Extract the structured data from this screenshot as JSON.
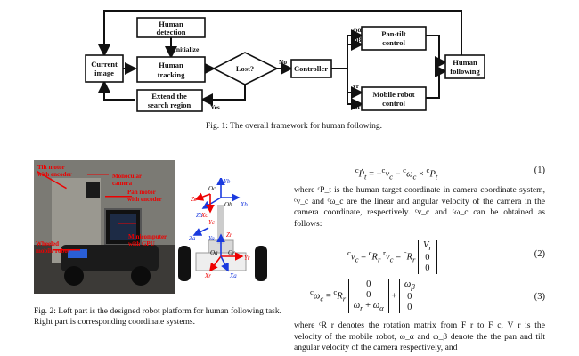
{
  "figure1": {
    "boxes": {
      "current_image": [
        "Current",
        "image"
      ],
      "human_detection": [
        "Human",
        "detection"
      ],
      "human_tracking": [
        "Human",
        "tracking"
      ],
      "lost_decision": "Lost?",
      "extend_search": [
        "Extend the",
        "search region"
      ],
      "controller": "Controller",
      "pan_tilt_control": [
        "Pan-tilt",
        "control"
      ],
      "mobile_robot_control": [
        "Mobile robot",
        "control"
      ],
      "human_following": [
        "Human",
        "following"
      ]
    },
    "edge_labels": {
      "initialize": "Initialize",
      "no": "No",
      "yes": "Yes",
      "omega_a": "ωα",
      "omega_b": "ωβ",
      "v_r": "vr",
      "omega_r": "ωr"
    },
    "caption": "Fig. 1: The overall framework for human following."
  },
  "figure2": {
    "photo_labels": {
      "tilt_motor": [
        "Tilt motor",
        "with encoder"
      ],
      "monocular_camera": [
        "Monocular",
        "camera"
      ],
      "pan_motor": [
        "Pan motor",
        "with encoder"
      ],
      "minicomputer": [
        "Minicomputer",
        "with GPU"
      ],
      "wheeled_robot": [
        "Wheeled",
        "mobile robot"
      ]
    },
    "frame_labels": [
      "Yb",
      "Oc",
      "Zc",
      "Xc",
      "Ob",
      "Xb",
      "Zb",
      "Ya",
      "Za",
      "Yc",
      "Zr",
      "Oa",
      "Or",
      "Yr",
      "Xa",
      "Xr"
    ],
    "caption": "Fig. 2: Left part is the designed robot platform for human following task. Right part is corresponding coordinate systems."
  },
  "text": {
    "eq1_number": "(1)",
    "para1": "where ᶜP_t is the human target coordinate in camera coordinate system, ᶜv_c and ᶜω_c are the linear and angular velocity of the camera in the camera coordinate, respectively. ᶜv_c and ᶜω_c can be obtained as follows:",
    "eq2_number": "(2)",
    "eq3_number": "(3)",
    "para2": "where ᶜR_r denotes the rotation matrix from F_r to F_c, V_r is the velocity of the mobile robot, ω_α and ω_β denote the the pan and tilt angular velocity of the camera respectively, and"
  }
}
